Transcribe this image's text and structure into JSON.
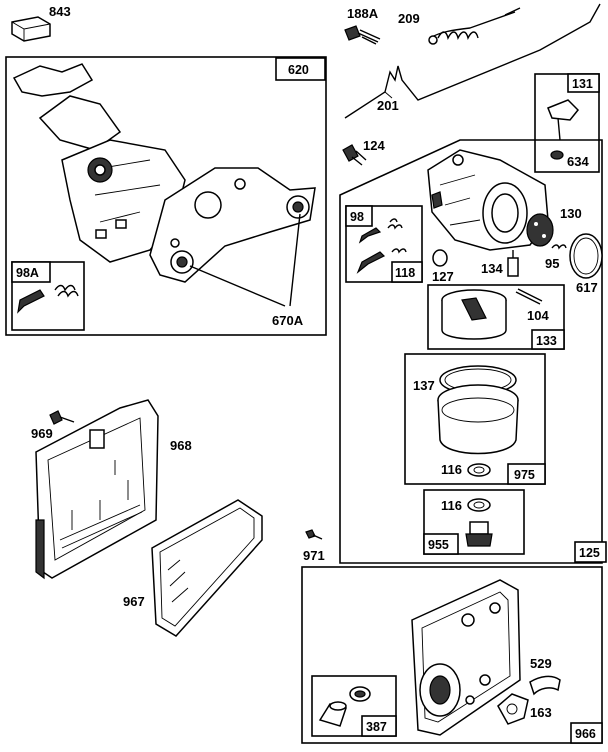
{
  "parts": {
    "p843": "843",
    "p188a": "188A",
    "p209": "209",
    "p201": "201",
    "p124": "124",
    "p634": "634",
    "p130": "130",
    "p95": "95",
    "p617": "617",
    "p127": "127",
    "p134": "134",
    "p104": "104",
    "p137": "137",
    "p116a": "116",
    "p116b": "116",
    "p670a": "670A",
    "p969": "969",
    "p968": "968",
    "p971": "971",
    "p967": "967",
    "p529": "529",
    "p163": "163"
  },
  "assemblies": {
    "a620": "620",
    "a98a": "98A",
    "a131": "131",
    "a98": "98",
    "a118": "118",
    "a133": "133",
    "a975": "975",
    "a955": "955",
    "a125": "125",
    "a387": "387",
    "a966": "966"
  }
}
